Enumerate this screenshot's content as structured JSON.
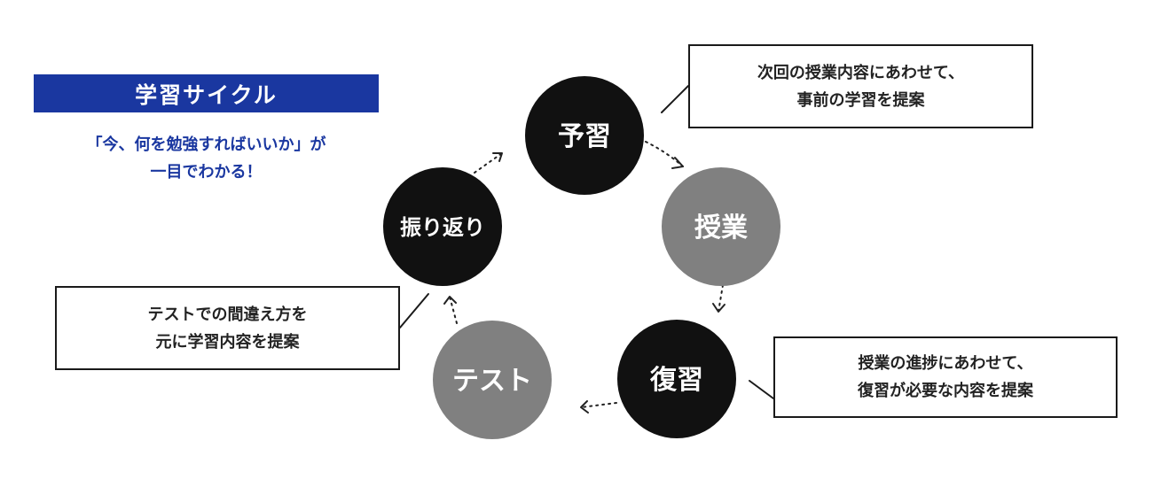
{
  "header": {
    "title": "学習サイクル",
    "subtitle_lines": [
      "「今、何を勉強すればいいか」が",
      "一目でわかる！"
    ]
  },
  "cycle": {
    "nodes": [
      {
        "id": "yoshu",
        "label": "予習",
        "color": "#111111"
      },
      {
        "id": "jugyo",
        "label": "授業",
        "color": "#808080"
      },
      {
        "id": "fukushu",
        "label": "復習",
        "color": "#111111"
      },
      {
        "id": "test",
        "label": "テスト",
        "color": "#808080"
      },
      {
        "id": "furikaeri",
        "label": "振り返り",
        "color": "#111111"
      }
    ]
  },
  "callouts": {
    "yoshu": {
      "lines": [
        "次回の授業内容にあわせて、",
        "事前の学習を提案"
      ]
    },
    "fukushu": {
      "lines": [
        "授業の進捗にあわせて、",
        "復習が必要な内容を提案"
      ]
    },
    "furikaeri": {
      "lines": [
        "テストでの間違え方を",
        "元に学習内容を提案"
      ]
    }
  },
  "colors": {
    "accent": "#1a37a0",
    "dark_node": "#111111",
    "gray_node": "#808080"
  }
}
